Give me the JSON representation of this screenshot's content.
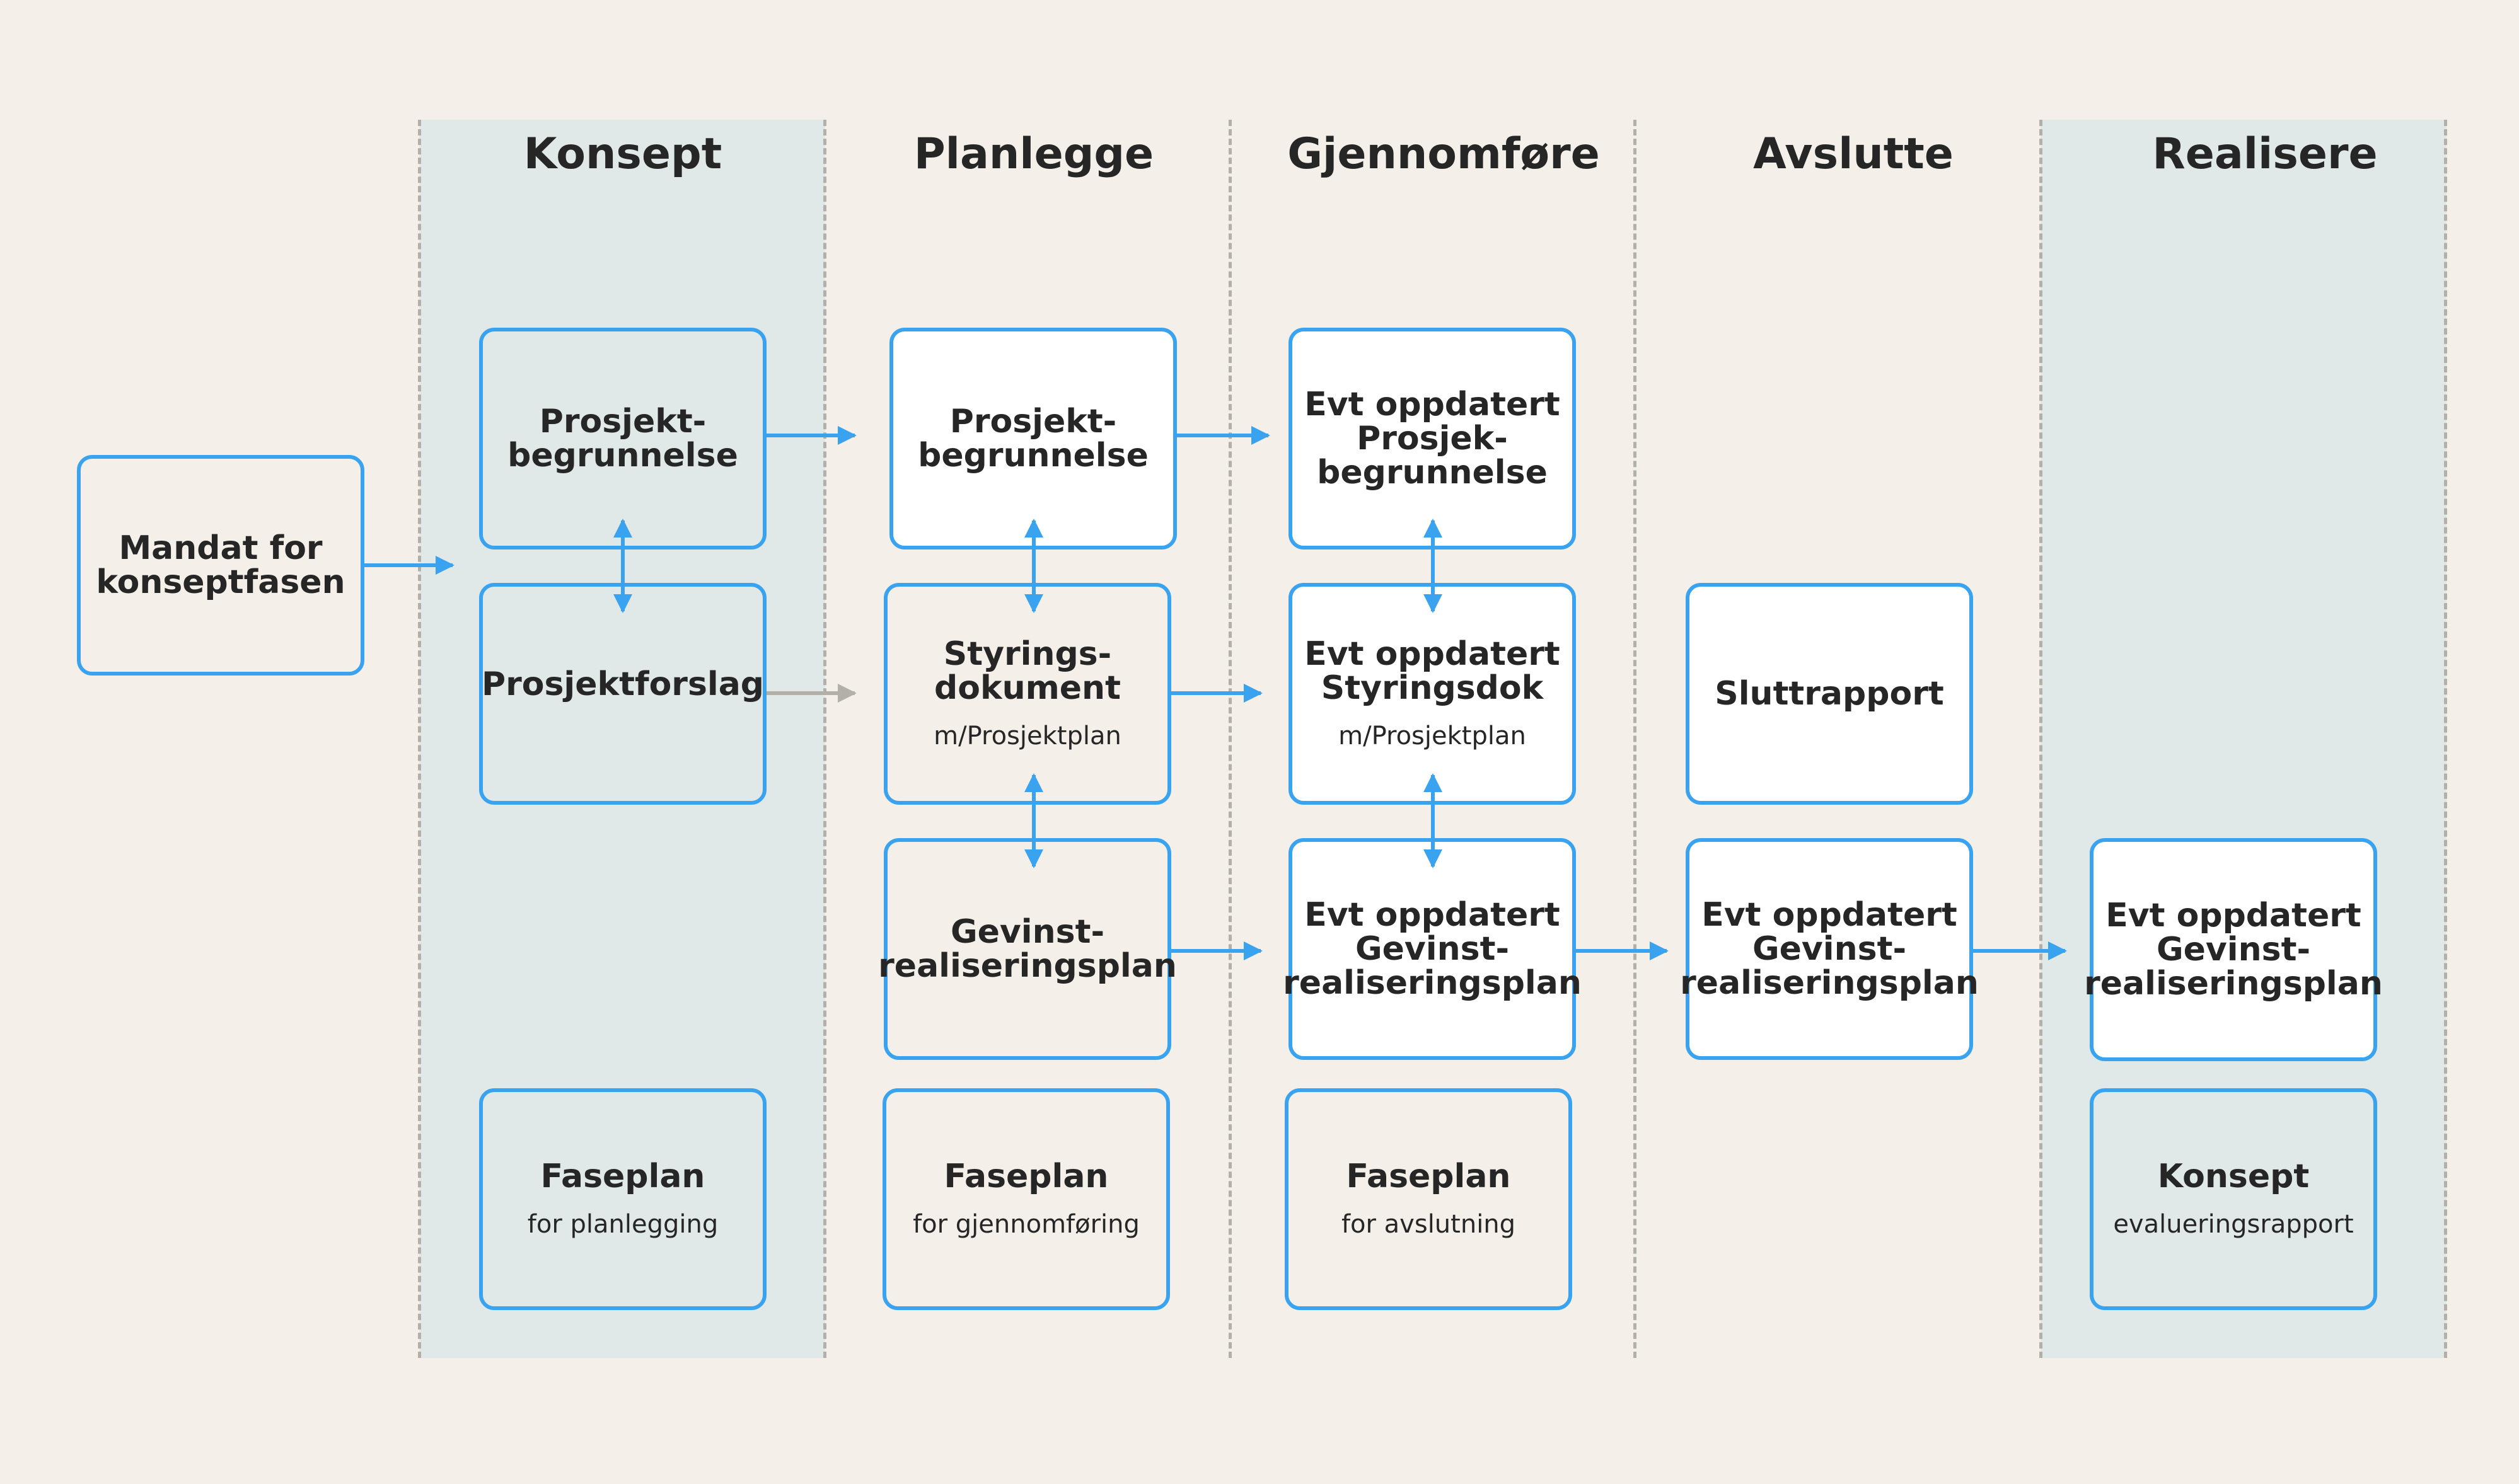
{
  "colors": {
    "background": "#f4f0e9",
    "lane_highlight": "#e0e8e8",
    "box_border": "#3aa3ef",
    "box_fill": "#ffffff",
    "arrow_primary": "#3aa3ef",
    "arrow_inactive": "#b3b0aa",
    "text": "#262626"
  },
  "phases": [
    "Konsept",
    "Planlegge",
    "Gjennomføre",
    "Avslutte",
    "Realisere"
  ],
  "boxes": {
    "mandat": {
      "title": "Mandat for\nkonseptfasen",
      "sub": ""
    },
    "konsept_begrunnelse": {
      "title": "Prosjekt-\nbegrunnelse",
      "sub": ""
    },
    "konsept_forslag": {
      "title": "Prosjektforslag",
      "sub": ""
    },
    "konsept_faseplan": {
      "title": "Faseplan",
      "sub": "for planlegging"
    },
    "plan_begrunnelse": {
      "title": "Prosjekt-\nbegrunnelse",
      "sub": ""
    },
    "plan_styring": {
      "title": "Styrings-\ndokument",
      "sub": "m/Prosjektplan"
    },
    "plan_gevinst": {
      "title": "Gevinst-\nrealiseringsplan",
      "sub": ""
    },
    "plan_faseplan": {
      "title": "Faseplan",
      "sub": "for gjennomføring"
    },
    "gjen_begrunnelse": {
      "title": "Evt oppdatert\nProsjek-\nbegrunnelse",
      "sub": ""
    },
    "gjen_styring": {
      "title": "Evt oppdatert\nStyringsdok",
      "sub": "m/Prosjektplan"
    },
    "gjen_gevinst": {
      "title": "Evt oppdatert\nGevinst-\nrealiseringsplan",
      "sub": ""
    },
    "gjen_faseplan": {
      "title": "Faseplan",
      "sub": "for avslutning"
    },
    "avs_slutt": {
      "title": "Sluttrapport",
      "sub": ""
    },
    "avs_gevinst": {
      "title": "Evt oppdatert\nGevinst-\nrealiseringsplan",
      "sub": ""
    },
    "real_gevinst": {
      "title": "Evt oppdatert\nGevinst-\nrealiseringsplan",
      "sub": ""
    },
    "real_konsept": {
      "title": "Konsept",
      "sub": "evalueringsrapport"
    }
  }
}
